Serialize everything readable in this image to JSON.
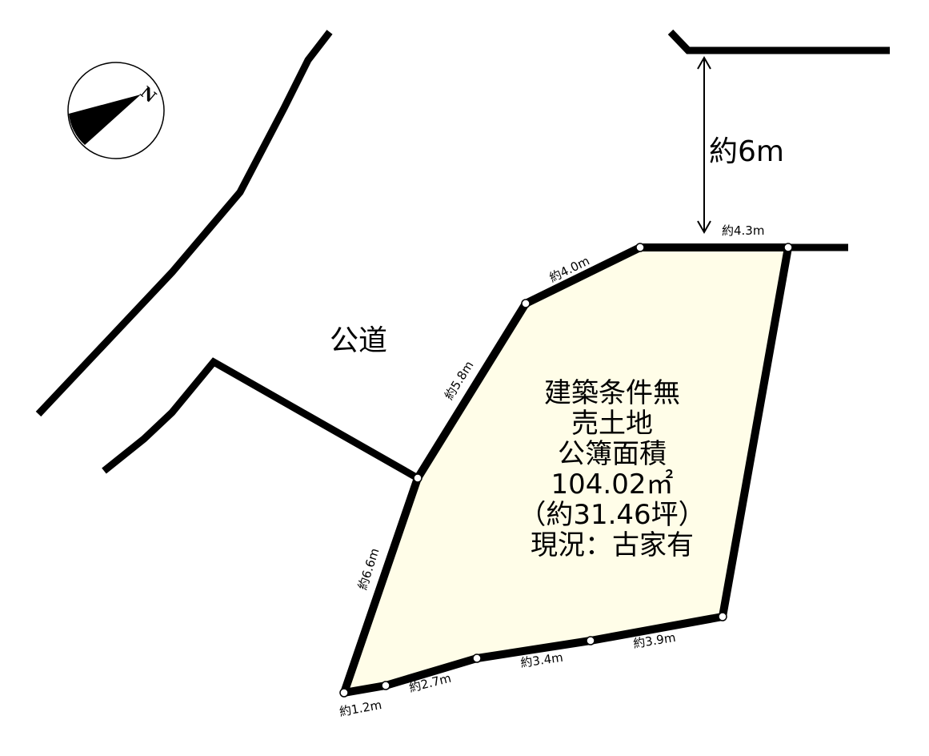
{
  "compass": {
    "label": "N"
  },
  "road": {
    "label": "公道",
    "width_label": "約6m"
  },
  "plot": {
    "fill_color": "#fffde8",
    "line_color": "#000000",
    "info": [
      "建築条件無",
      "売土地",
      "公簿面積",
      "104.02㎡",
      "（約31.46坪）",
      "現況：古家有"
    ]
  },
  "dimensions": {
    "top": "約4.3m",
    "upper_diag": "約4.0m",
    "mid_diag": "約5.8m",
    "left": "約6.6m",
    "bottom_1": "約1.2m",
    "bottom_2": "約2.7m",
    "bottom_3": "約3.4m",
    "bottom_4": "約3.9m"
  }
}
